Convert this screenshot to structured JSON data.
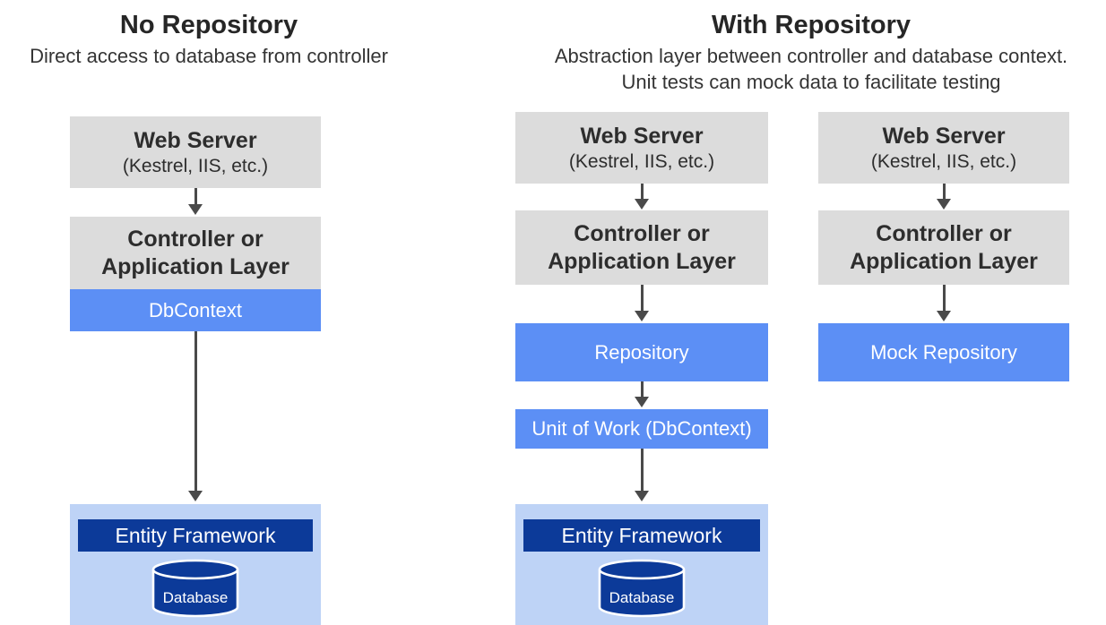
{
  "headers": {
    "left": {
      "title": "No Repository",
      "subtitle": "Direct access to database from controller"
    },
    "right": {
      "title": "With Repository",
      "subtitle_line1": "Abstraction layer between controller and database context.",
      "subtitle_line2": "Unit tests can mock data to facilitate testing"
    }
  },
  "common": {
    "web_server_title": "Web Server",
    "web_server_subtitle": "(Kestrel, IIS, etc.)",
    "controller_line1": "Controller or",
    "controller_line2": "Application Layer",
    "entity_framework_label": "Entity Framework",
    "database_label": "Database"
  },
  "no_repository_column": {
    "dbcontext_label": "DbContext"
  },
  "repository_column": {
    "repository_label": "Repository",
    "unit_of_work_label": "Unit of Work (DbContext)"
  },
  "mock_column": {
    "mock_repository_label": "Mock Repository"
  },
  "colors": {
    "gray_box": "#dcdcdc",
    "blue_box": "#5c8ff5",
    "dark_blue": "#0c3a99",
    "light_blue_container": "#bed3f6",
    "arrow": "#4a4a4a",
    "dark_text": "#2d2d2d",
    "white_text": "#ffffff"
  }
}
